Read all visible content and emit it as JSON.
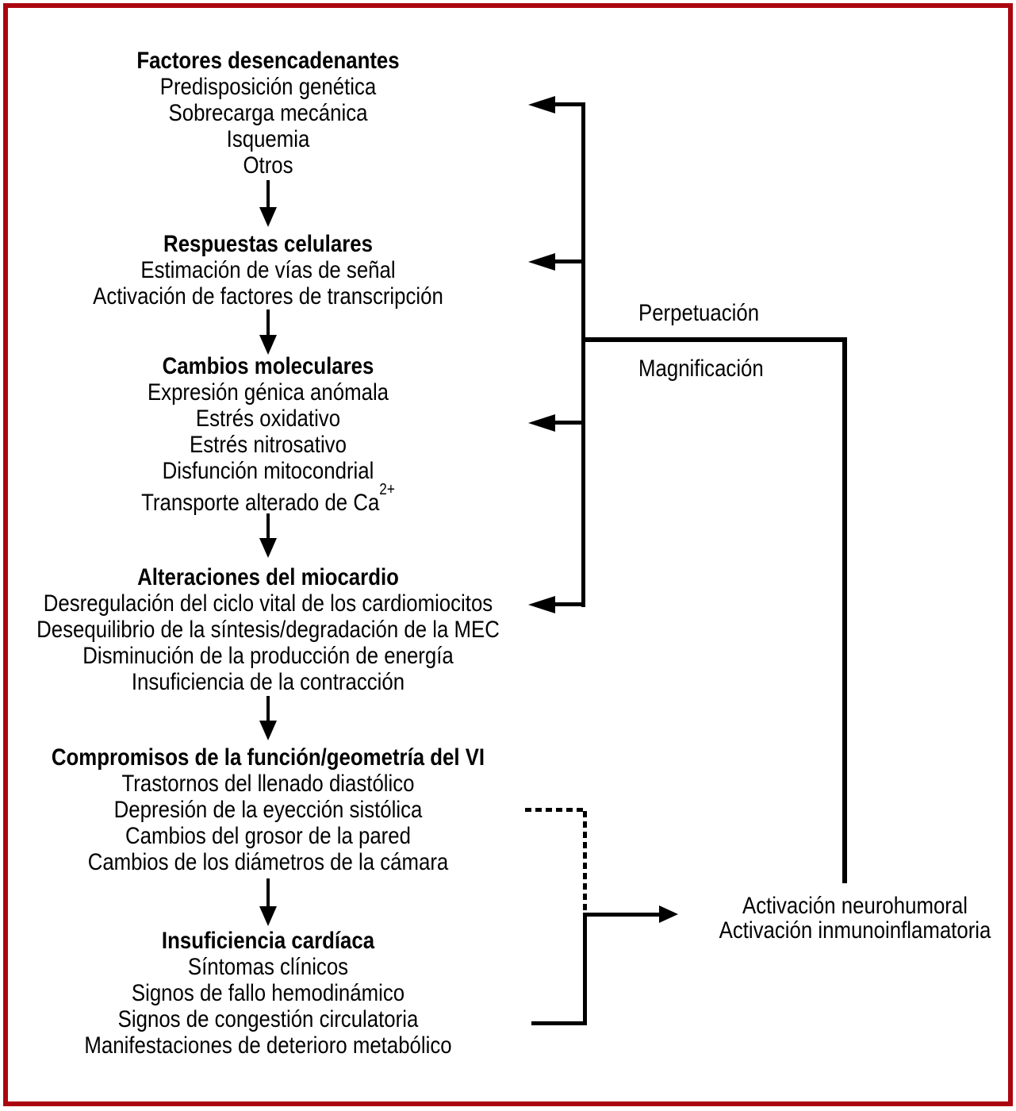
{
  "diagram": {
    "flow_blocks": [
      {
        "title": "Factores desencadenantes",
        "items": [
          "Predisposición genética",
          "Sobrecarga mecánica",
          "Isquemia",
          "Otros"
        ]
      },
      {
        "title": "Respuestas celulares",
        "items": [
          "Estimación de vías de señal",
          "Activación de factores de transcripción"
        ]
      },
      {
        "title": "Cambios moleculares",
        "items": [
          "Expresión génica anómala",
          "Estrés oxidativo",
          "Estrés nitrosativo",
          "Disfunción mitocondrial",
          "Transporte alterado de Ca"
        ],
        "superscript": "2+"
      },
      {
        "title": "Alteraciones del miocardio",
        "items": [
          "Desregulación del ciclo vital de los cardiomiocitos",
          "Desequilibrio de la síntesis/degradación de la MEC",
          "Disminución de la producción de energía",
          "Insuficiencia de la contracción"
        ]
      },
      {
        "title": "Compromisos de la función/geometría del VI",
        "items": [
          "Trastornos del llenado diastólico",
          "Depresión de la eyección sistólica",
          "Cambios del grosor de la pared",
          "Cambios de los diámetros de la cámara"
        ]
      },
      {
        "title": "Insuficiencia cardíaca",
        "items": [
          "Síntomas clínicos",
          "Signos de fallo hemodinámico",
          "Signos de congestión circulatoria",
          "Manifestaciones de deterioro metabólico"
        ]
      }
    ],
    "feedback_labels": {
      "perpetuacion": "Perpetuación",
      "magnificacion": "Magnificación"
    },
    "activation_lines": [
      "Activación neurohumoral",
      "Activación inmunoinflamatoria"
    ],
    "colors": {
      "border": "#ab060f",
      "line": "#000000",
      "text": "#000000",
      "background": "#ffffff"
    }
  }
}
